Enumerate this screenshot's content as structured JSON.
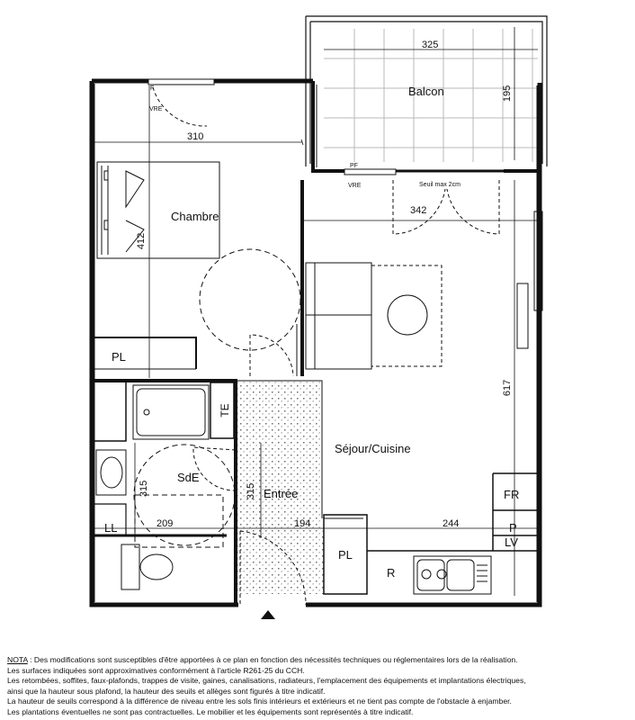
{
  "rooms": {
    "chambre": "Chambre",
    "balcon": "Balcon",
    "sejour": "Séjour/Cuisine",
    "sde": "SdE",
    "entree": "Entrée"
  },
  "labels": {
    "pl_chambre": "PL",
    "te": "TE",
    "ll": "LL",
    "pl_entree": "PL",
    "r": "R",
    "fr": "FR",
    "p": "P",
    "lv": "LV",
    "f": "F",
    "vre_top": "VRE",
    "pf": "PF",
    "vre_sejour": "VRE",
    "seuil": "Seuil max 2cm"
  },
  "dimensions": {
    "chambre_width": "310",
    "chambre_depth": "412",
    "balcon_width": "325",
    "balcon_depth": "195",
    "sejour_window": "342",
    "sejour_depth": "617",
    "sde_width": "209",
    "sde_depth": "315",
    "entree_depth": "315",
    "entree_width": "194",
    "kitchen_width": "244"
  },
  "notes": {
    "nota_label": "NOTA",
    "line1": " : Des modifications sont susceptibles d'être apportées à ce plan en fonction des nécessités techniques ou réglementaires lors de la réalisation.",
    "line2": "Les surfaces indiquées sont approximatives conformément à l'article R261-25 du CCH.",
    "line3": "Les retombées, soffites, faux-plafonds, trappes de visite, gaines, canalisations, radiateurs, l'emplacement des équipements et implantations électriques,",
    "line4": "ainsi que la hauteur sous plafond, la hauteur des seuils et allèges sont figurés à titre indicatif.",
    "line5": "La hauteur de seuils correspond à la différence de niveau entre les sols finis intérieurs et extérieurs et ne tient pas compte de l'obstacle à enjamber.",
    "line6": "Les plantations éventuelles ne sont pas contractuelles. Le mobilier et les équipements sont représentés à titre indicatif."
  }
}
